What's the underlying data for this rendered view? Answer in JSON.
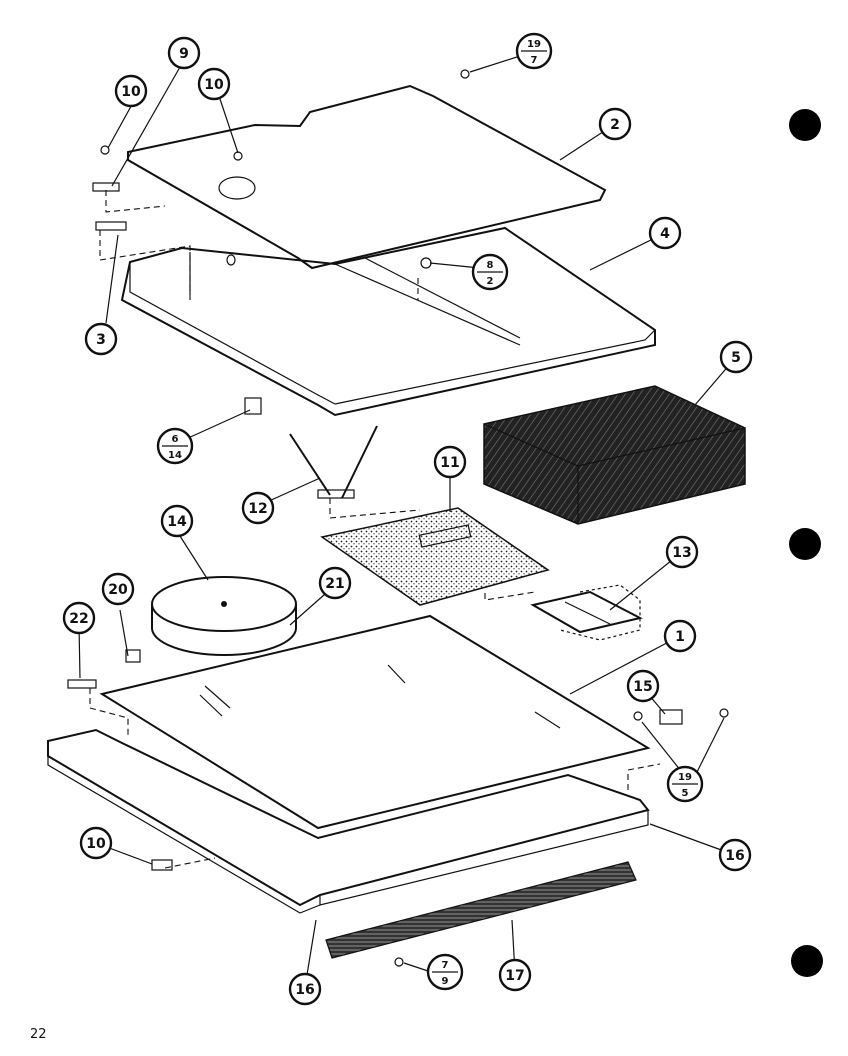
{
  "page_number": "22",
  "callouts": {
    "c1": "1",
    "c2": "2",
    "c3": "3",
    "c4": "4",
    "c5": "5",
    "c9": "9",
    "c10a": "10",
    "c10b": "10",
    "c10c": "10",
    "c11": "11",
    "c12": "12",
    "c13": "13",
    "c14": "14",
    "c15": "15",
    "c16a": "16",
    "c16b": "16",
    "c17": "17",
    "c20": "20",
    "c21": "21",
    "c22": "22"
  },
  "fractions": {
    "f19_7": {
      "top": "19",
      "bottom": "7"
    },
    "f8_2": {
      "top": "8",
      "bottom": "2"
    },
    "f6_14": {
      "top": "6",
      "bottom": "14"
    },
    "f19_5": {
      "top": "19",
      "bottom": "5"
    },
    "f7_9": {
      "top": "7",
      "bottom": "9"
    }
  }
}
